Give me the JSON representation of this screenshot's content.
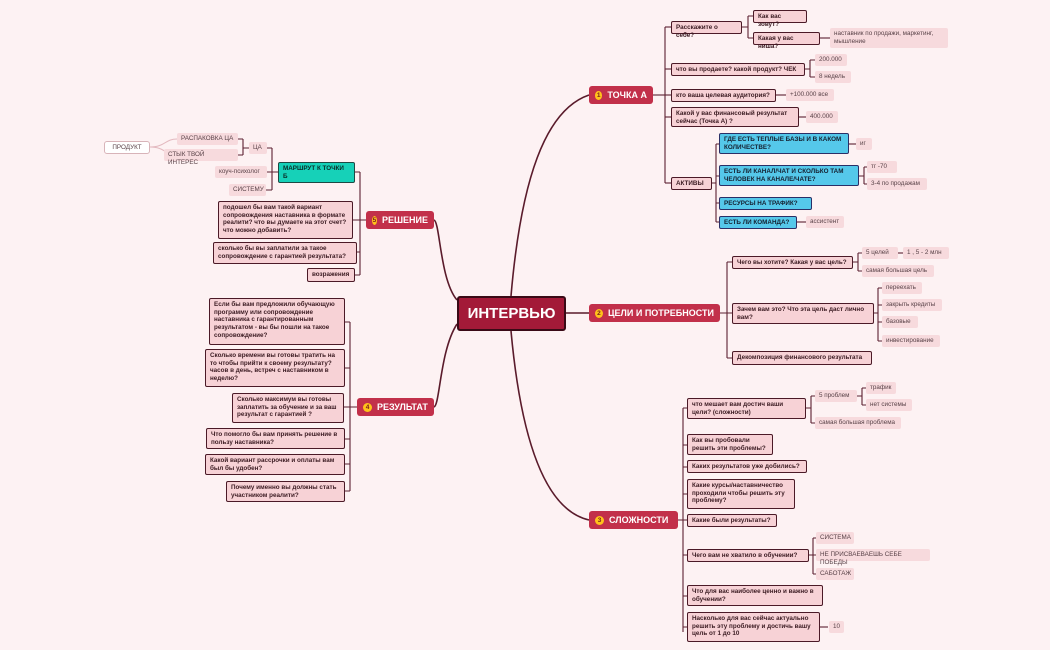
{
  "root": "ИНТЕРВЬЮ",
  "main": {
    "m1": {
      "num": "1",
      "label": "ТОЧКА А"
    },
    "m2": {
      "num": "2",
      "label": "ЦЕЛИ И ПОТРЕБНОСТИ"
    },
    "m3": {
      "num": "3",
      "label": "СЛОЖНОСТИ"
    },
    "m4": {
      "num": "4",
      "label": "РЕЗУЛЬТАТ"
    },
    "m5": {
      "num": "5",
      "label": "РЕШЕНИЕ"
    }
  },
  "a": {
    "about": "Расскажите о себе?",
    "name": "Как вас зовут?",
    "niche": "Какая у вас ниша?",
    "niche_ans": "наставник по продажи, маркетинг, мышление",
    "product": "что вы продаете? какой продукт? ЧЕК",
    "price": "200.000",
    "weeks": "8 недель",
    "audience": "кто ваша целевая аудитория?",
    "audience_ans": "+100.000 все",
    "fin": "Какой у вас финансовый результат сейчас (Точка А) ?",
    "fin_ans": "400.000",
    "assets": "АКТИВЫ",
    "warm": "ГДЕ ЕСТЬ ТЕПЛЫЕ БАЗЫ И В КАКОМ КОЛИЧЕСТВЕ?",
    "warm_ans": "иг",
    "channel": "ЕСТЬ ЛИ КАНАЛ/ЧАТ И СКОЛЬКО ТАМ ЧЕЛОВЕК НА КАНАЛЕ/ЧАТЕ?",
    "channel_a1": "тг -70",
    "channel_a2": "3-4 по продажам",
    "traffic": "РЕСУРСЫ НА ТРАФИК?",
    "team": "ЕСТЬ ЛИ КОМАНДА?",
    "team_ans": "ассистент"
  },
  "g": {
    "want": "Чего вы хотите? Какая у вас цель?",
    "goals": "5 целей",
    "mln": "1 , 5 - 2 млн",
    "biggest": "самая большая цель",
    "why": "Зачем вам это? Что эта цель даст лично вам?",
    "w1": "переехать",
    "w2": "закрыть кредиты",
    "w3": "базовые",
    "w4": "инвестирование",
    "decomp": "Декомпозиция финансового результата"
  },
  "d": {
    "q1": "что мешает вам достич ваши цели? (сложности)",
    "p5": "5 проблем",
    "traffic": "трафик",
    "system": "нет системы",
    "biggest": "самая большая проблема",
    "q2": "Как вы пробовали решить эти проблемы?",
    "q3": "Каких результатов уже добились?",
    "q4": "Какие курсы/наставничество проходили чтобы решить эту проблему?",
    "q5": "Какие были результаты?",
    "q6": "Чего вам не хватило в обучении?",
    "l1": "СИСТЕМА",
    "l2": "НЕ ПРИСВАЕВАЕШЬ СЕБЕ ПОБЕДЫ",
    "l3": "САБОТАЖ",
    "q7": "Что для вас наиболее ценно и важно в обучении?",
    "q8": "Насколько для вас сейчас актуально решить эту проблему и достичь вашу цель от 1 до 10",
    "q8_ans": "10"
  },
  "r": {
    "q1": "Если бы вам предложили обучающую программу или сопровождение наставника с гарантированным результатом - вы бы пошли на такое сопровождение?",
    "q2": "Сколько времени вы готовы тратить на то чтобы прийти к своему результату? часов в день, встреч с наставником в неделю?",
    "q3": "Сколько максимум вы готовы заплатить за обучение и за ваш результат с гарантией ?",
    "q4": "Что помогло бы вам принять решение в пользу наставника?",
    "q5": "Какой вариант рассрочки и оплаты вам был бы удобен?",
    "q6": "Почему именно вы должны стать участником реалити?"
  },
  "s": {
    "route": "МАРШРУТ К ТОЧКИ Б",
    "ca": "ЦА",
    "unpack": "РАСПАКОВКА ЦА",
    "interest": "СТЫК ТВОЙ ИНТЕРЕС",
    "product": "ПРОДУКТ",
    "coach": "коуч-психолог",
    "system": "СИСТЕМУ",
    "q1": "подошел бы вам такой вариант сопровождения наставника в формате реалити? что вы думаете на этот счет? что можно добавить?",
    "q2": "сколько бы вы заплатили за такое сопровождение с гарантией результата?",
    "q3": "возражения"
  }
}
